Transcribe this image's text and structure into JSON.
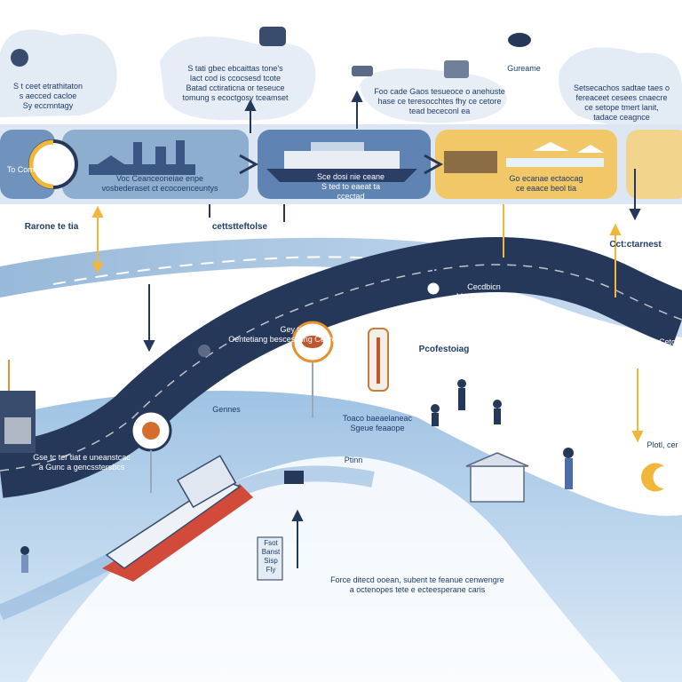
{
  "colors": {
    "road": "#263859",
    "river": "#bcd6ec",
    "river_dark": "#5f90bf",
    "panel_blue": "#6f93bd",
    "panel_gold": "#f2c768",
    "accent_orange": "#e8902f",
    "arrow_yellow": "#f0b73a",
    "bubble": "#e3ebf5"
  },
  "top_notes": [
    {
      "text": "S t ceet etrathitaton\n s aecced cacloe\n Sy eccmntagy"
    },
    {
      "text": "S tati gbec ebcaittas tone's\n lact cod is ccocsesd tcote\n Batad cctiraticna or teseuce\n tomung s ecoctgosy tceamset"
    },
    {
      "text": "Foo cade Gaos tesueoce o anehuste\n hase ce teresocchtes fhy ce cetore\n tead bececonl ea"
    },
    {
      "text": "Gureame"
    },
    {
      "text": "Setsecachos sadtae taes o\n fereaceet cesees cnaecre\n ce setope tmert lanit,\n tadace ceagnce"
    }
  ],
  "panel_labels": [
    {
      "text": "To Come,"
    },
    {
      "text": "Voc Ceanceoneiae enpe\n vosbederaset ct ecocoenceuntys"
    },
    {
      "text": "Sce dosi nie ceane\n S ted to eaeat ta\n ccectad"
    },
    {
      "text": "Go ecanae ectaocag\n ce eaace beol tia"
    }
  ],
  "callouts": [
    {
      "text": "Rarone te tia"
    },
    {
      "text": "cettstteftolse"
    },
    {
      "text": "Cct:ctarnest"
    },
    {
      "text": "Pcofestoiag"
    },
    {
      "text": "Gennes"
    },
    {
      "text": "Ptinn"
    },
    {
      "text": "Plotl, cer"
    }
  ],
  "road_labels": [
    {
      "text": "Gey tite\n Oentetiang bescesdting Ceareisctoat"
    },
    {
      "text": "Cecdbicn\n Mceatssuatines"
    },
    {
      "text": "Ceto ettis\n toeta"
    },
    {
      "text": "Gse tc ter tiat e uneanstcac\n a Gunc a gencsstersbcs"
    }
  ],
  "misc_labels": [
    {
      "text": "Toaco baeaelaneac\n Sgeue feaaope"
    },
    {
      "text": "Fsot\n Banst\n Sisp\n Fly"
    },
    {
      "text": "Force ditecd ooean, subent te feanue cenwengre\n a octenopes tete e ecteesperane caris"
    }
  ]
}
